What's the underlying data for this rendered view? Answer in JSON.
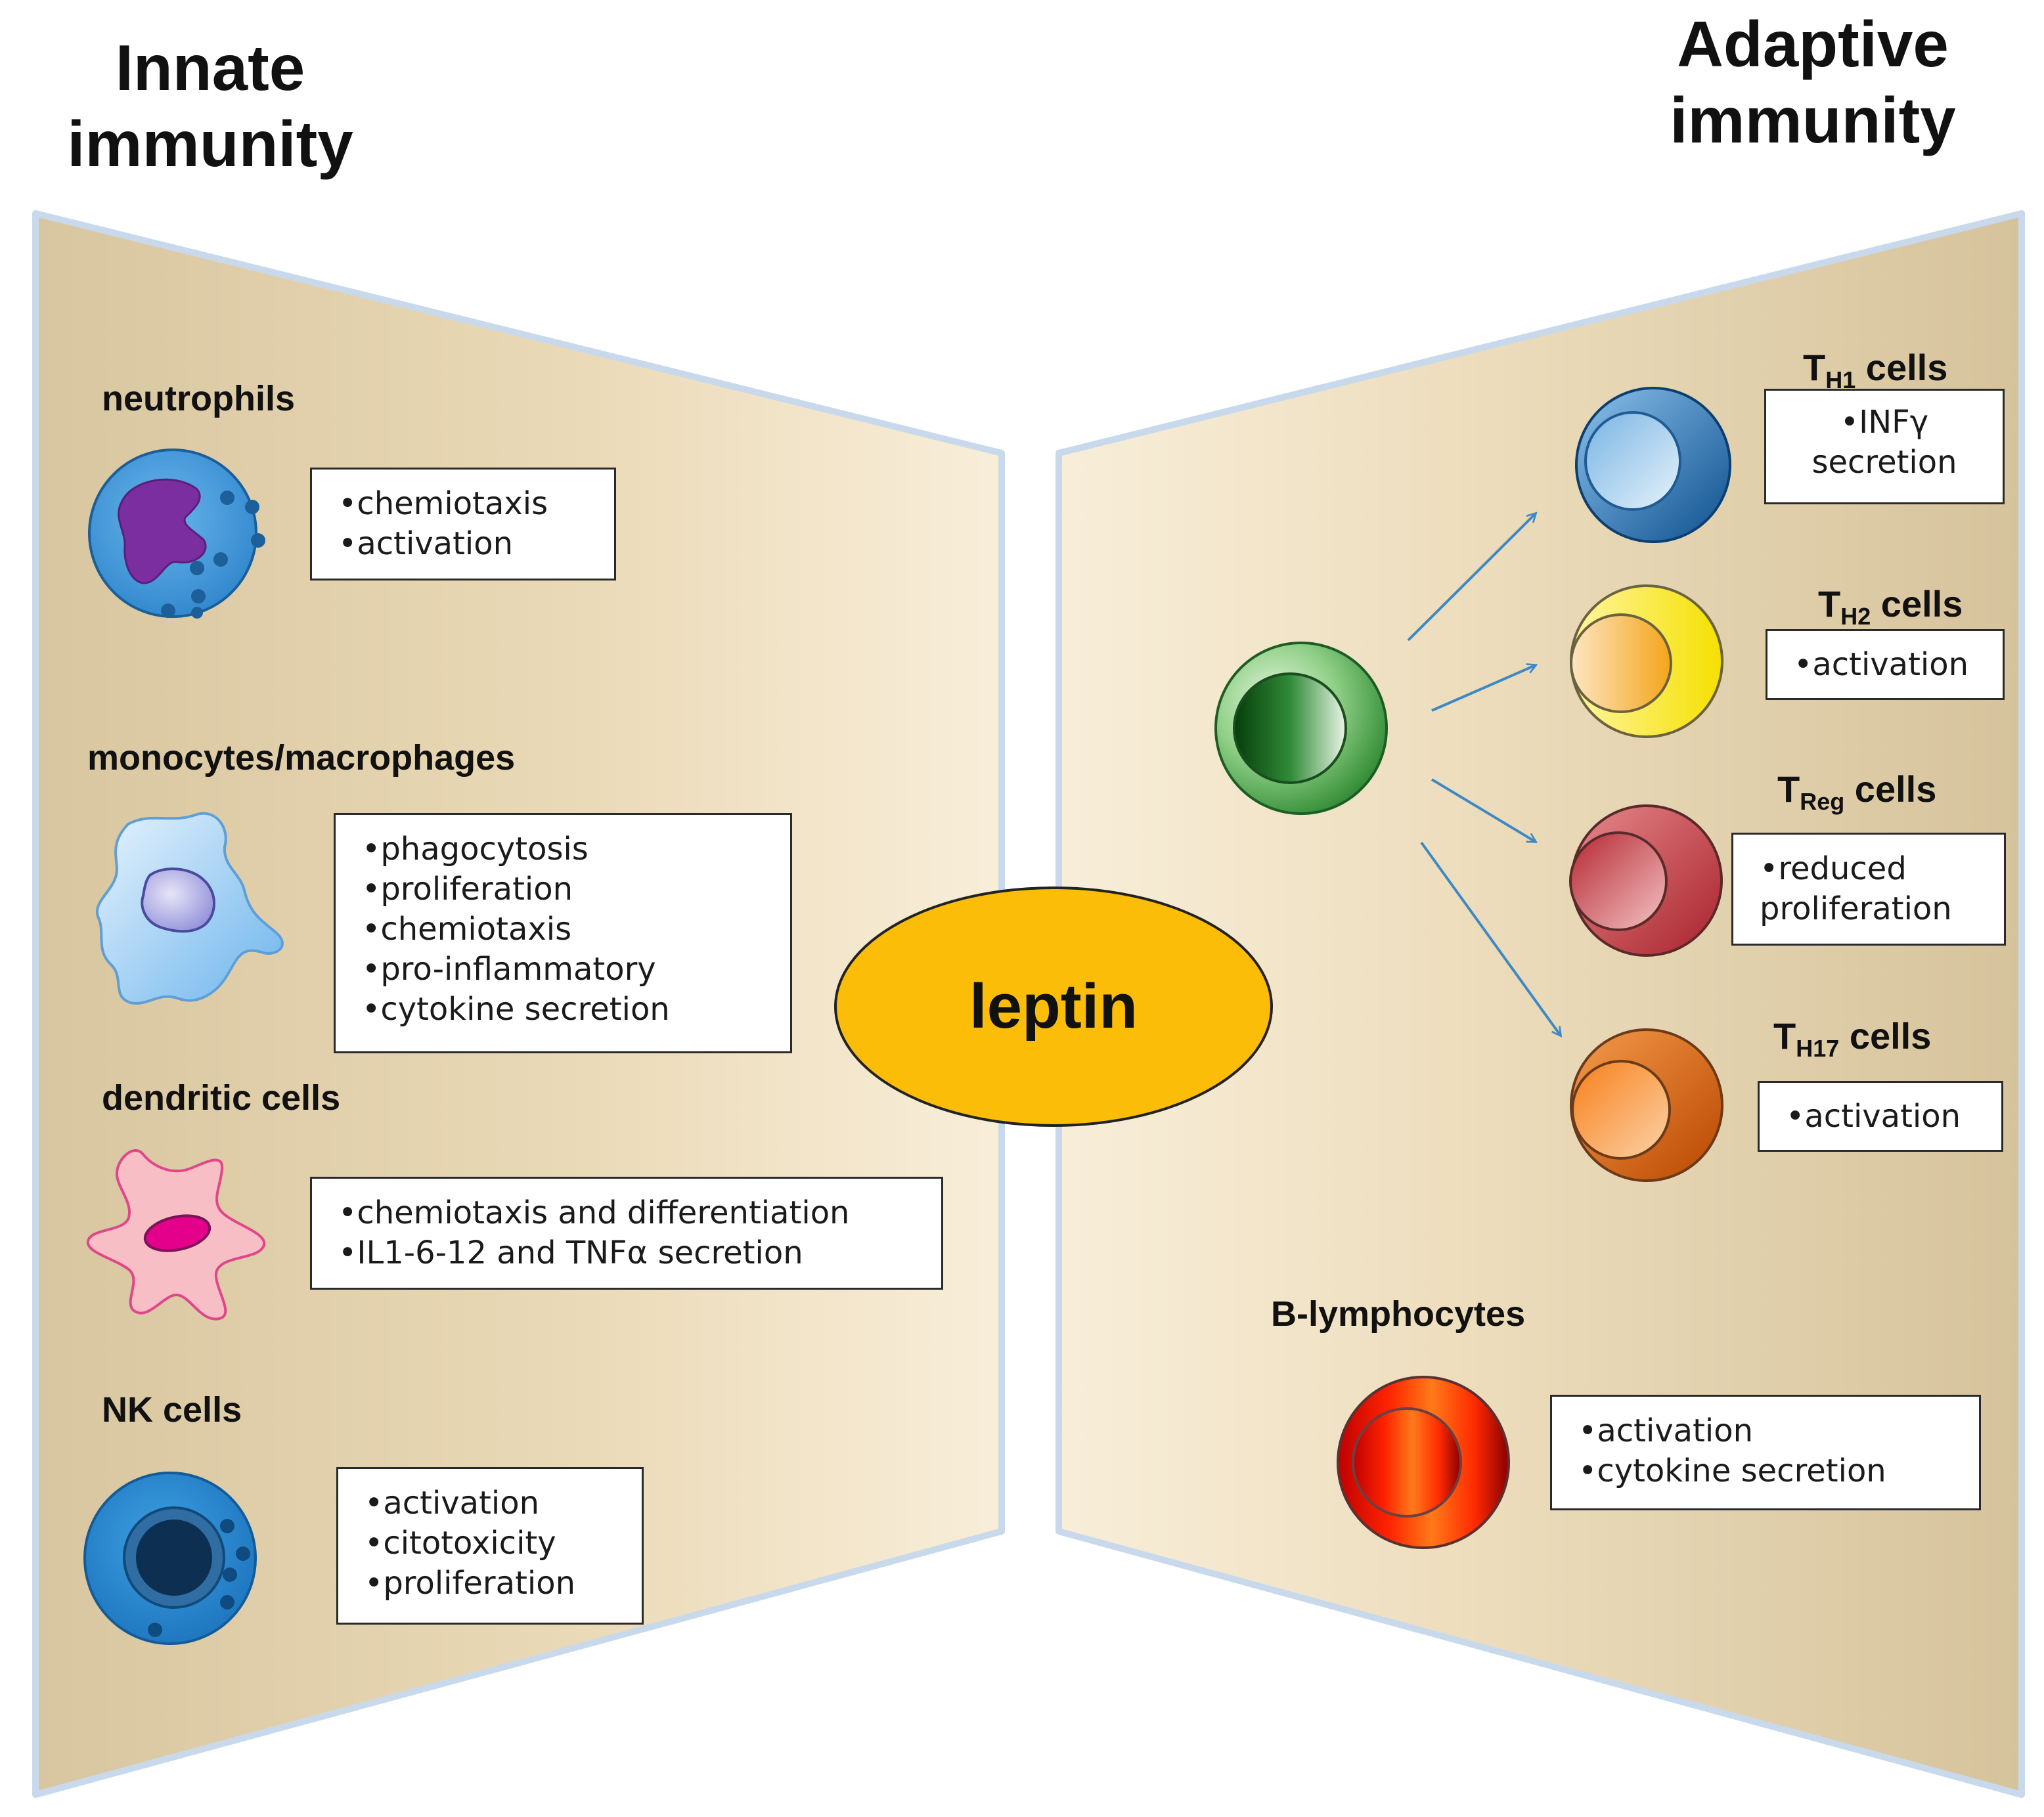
{
  "headings": {
    "innate_line1": "Innate",
    "innate_line2": "immunity",
    "adaptive_line1": "Adaptive",
    "adaptive_line2": "immunity"
  },
  "center": {
    "label": "leptin"
  },
  "innate": {
    "neutrophils": {
      "label": "neutrophils",
      "effects": [
        "•chemiotaxis",
        "•activation"
      ]
    },
    "monocytes": {
      "label": "monocytes/macrophages",
      "effects": [
        "•phagocytosis",
        "•proliferation",
        "•chemiotaxis",
        "•pro-inflammatory",
        "•cytokine secretion"
      ]
    },
    "dendritic": {
      "label": "dendritic cells",
      "effects": [
        "•chemiotaxis and differentiation",
        "•IL1-6-12  and TNFα   secretion"
      ]
    },
    "nk": {
      "label": "NK cells",
      "effects": [
        "•activation",
        "•citotoxicity",
        "•proliferation"
      ]
    }
  },
  "adaptive": {
    "th1": {
      "main": "T",
      "sub": "H1",
      "suffix": " cells",
      "effects": [
        "•INFγ",
        "secretion"
      ]
    },
    "th2": {
      "main": "T",
      "sub": "H2",
      "suffix": " cells",
      "effects": [
        "•activation"
      ]
    },
    "treg": {
      "main": "T",
      "sub": "Reg",
      "suffix": " cells",
      "effects": [
        "•reduced",
        "proliferation"
      ]
    },
    "th17": {
      "main": "T",
      "sub": "H17",
      "suffix": " cells",
      "effects": [
        "•activation"
      ]
    },
    "blymph": {
      "label": "B-lymphocytes",
      "effects": [
        "•activation",
        "•cytokine secretion"
      ]
    }
  },
  "colors": {
    "panel_dark": "#d9c7a2",
    "panel_light": "#f6ebd4",
    "panel_edge": "#c9d9ec",
    "leptin_fill": "#fbbd08",
    "arrow": "#3e89c4"
  }
}
